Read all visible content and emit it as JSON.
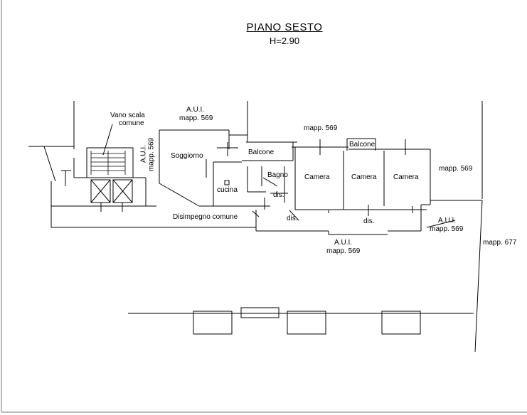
{
  "plan": {
    "title": "PIANO SESTO",
    "height_label": "H=2.90",
    "labels": {
      "vano_scala": "Vano scala",
      "comune": "comune",
      "aui": "A.U.I.",
      "mapp_569": "mapp. 569",
      "soggiorno": "Soggiorno",
      "balcone": "Balcone",
      "bagno": "Bagno",
      "cucina": "cucina",
      "dis": "dis.",
      "camera": "Camera",
      "disimpegno_comune": "Disimpegno comune",
      "mapp_677": "mapp. 677"
    }
  }
}
